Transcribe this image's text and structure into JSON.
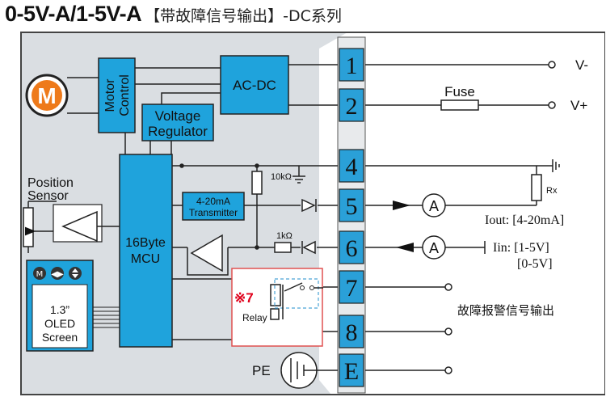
{
  "title": {
    "main": "0-5V-A/1-5V-A",
    "sub": "【带故障信号输出】",
    "suffix": "-DC系列"
  },
  "blocks": {
    "motor": "M",
    "motor_control_1": "Motor",
    "motor_control_2": "Control",
    "acdc": "AC-DC",
    "voltage_regulator_1": "Voltage",
    "voltage_regulator_2": "Regulator",
    "fuse": "Fuse",
    "position_sensor_1": "Position",
    "position_sensor_2": "Sensor",
    "transmitter_1": "4-20mA",
    "transmitter_2": "Transmitter",
    "mcu_1": "16Byte",
    "mcu_2": "MCU",
    "resistor_10k": "10kΩ",
    "resistor_1k": "1kΩ",
    "rx": "Rx",
    "relay_mark": "※7",
    "relay": "Relay",
    "oled_1": "1.3”",
    "oled_2": "OLED",
    "oled_3": "Screen",
    "ammeter": "A",
    "pe": "PE"
  },
  "terminals": [
    "1",
    "2",
    "4",
    "5",
    "6",
    "7",
    "8",
    "E"
  ],
  "outputs": {
    "v_minus": "V-",
    "v_plus": "V+",
    "iout": "Iout: [4-20mA]",
    "iin_1": "Iin: [1-5V]",
    "iin_2": "[0-5V]",
    "fault": "故障报警信号输出"
  },
  "colors": {
    "blue_block": "#1fa3dc",
    "terminal_fill": "#2aa0d8",
    "panel_bg": "#dadee2",
    "relay_frame": "#e05050",
    "relay_mark": "#e0001b",
    "motor_orange": "#ee7a1a"
  }
}
